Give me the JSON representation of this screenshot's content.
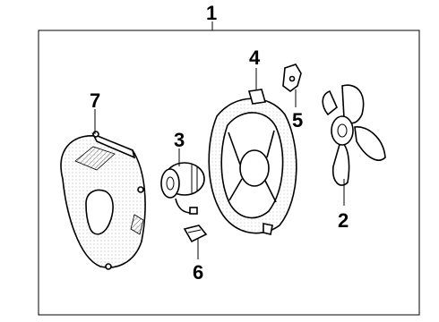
{
  "callouts": {
    "c1": "1",
    "c2": "2",
    "c3": "3",
    "c4": "4",
    "c5": "5",
    "c6": "6",
    "c7": "7"
  },
  "parts": [
    {
      "callout": "1",
      "icon": "assembly-frame"
    },
    {
      "callout": "2",
      "icon": "fan-blade-icon"
    },
    {
      "callout": "3",
      "icon": "fan-motor-icon"
    },
    {
      "callout": "4",
      "icon": "fan-shroud-icon"
    },
    {
      "callout": "5",
      "icon": "bracket-icon"
    },
    {
      "callout": "6",
      "icon": "connector-icon"
    },
    {
      "callout": "7",
      "icon": "cover-icon"
    }
  ]
}
